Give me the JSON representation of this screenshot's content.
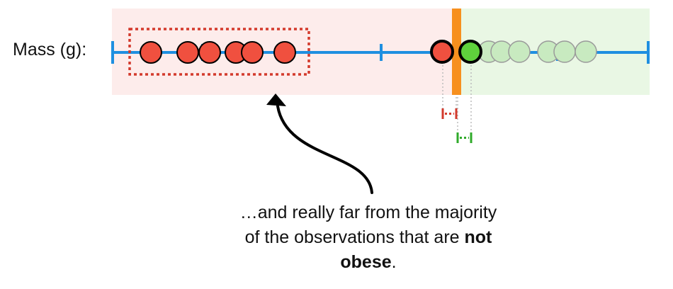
{
  "axis_label": "Mass (g):",
  "caption": {
    "line1": "…and really far from the majority",
    "line2_start": "of the observations that are ",
    "line2_bold": "not",
    "line3_bold": "obese",
    "line3_end": "."
  },
  "colors": {
    "axis": "#1f8fe0",
    "obese_fill": "#f0503f",
    "not_obese_fill": "#5fd23c",
    "not_obese_faded_fill": "#c8eac0",
    "threshold": "#f7901e",
    "obese_region": "#fdeceb",
    "not_obese_region": "#e9f7e4",
    "outlier_box": "#d33a2c",
    "arrow": "#000000"
  }
}
